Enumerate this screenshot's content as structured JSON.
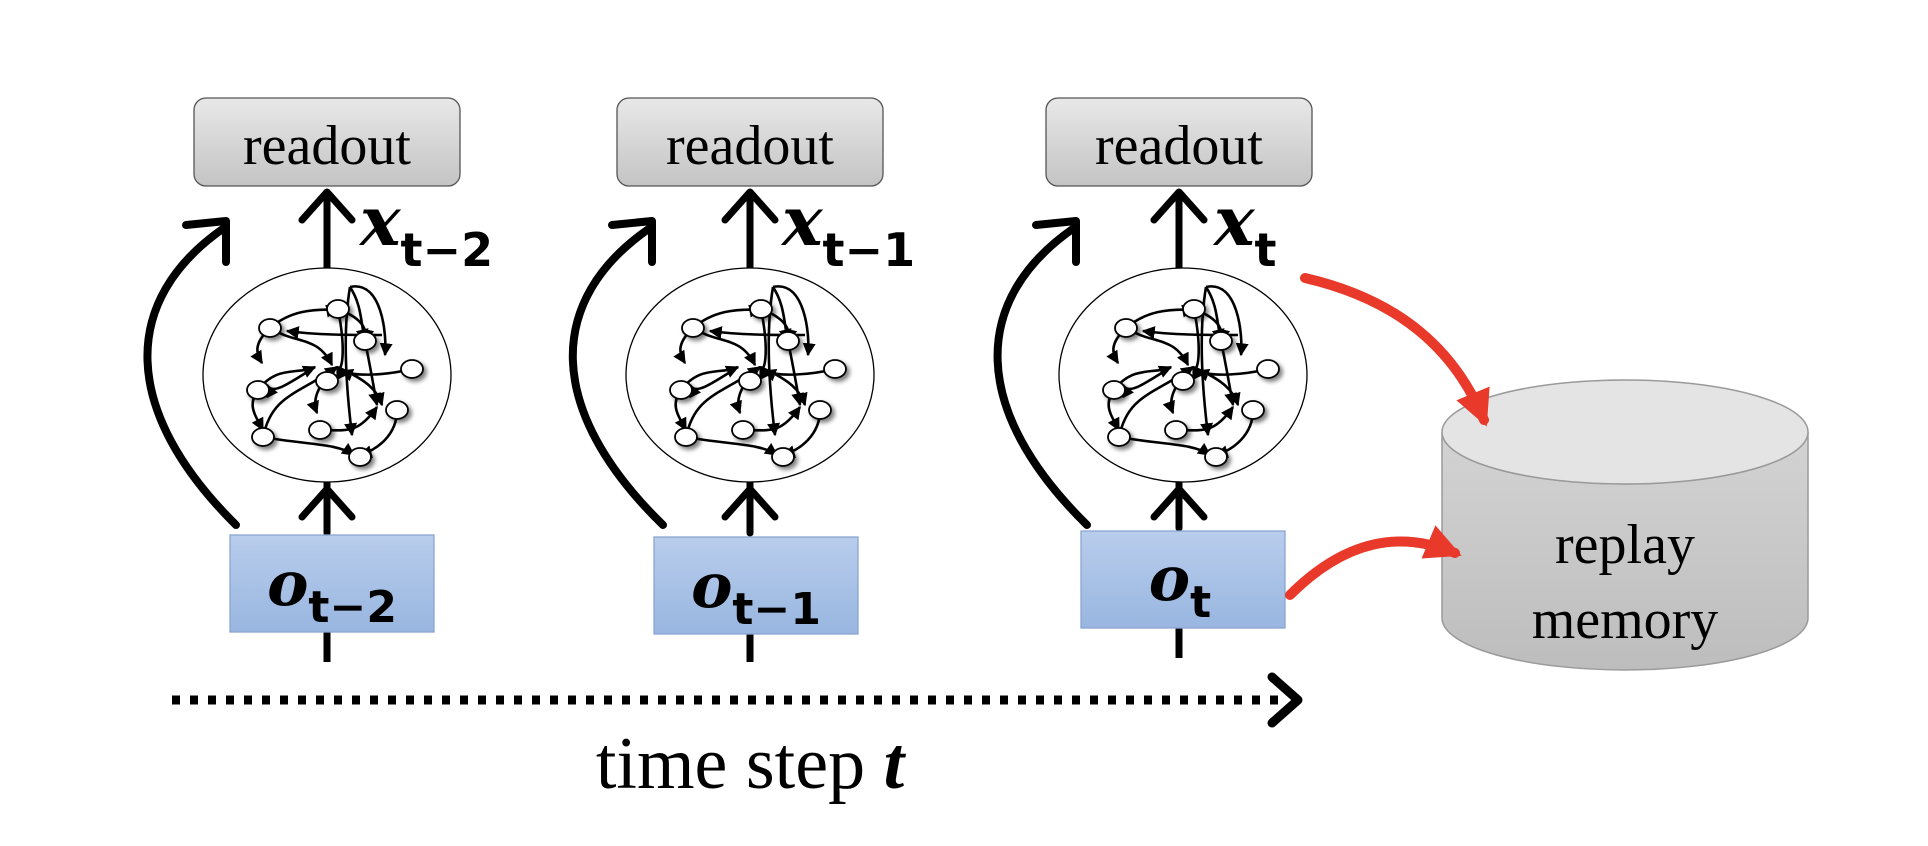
{
  "diagram": {
    "readout_label": "readout",
    "steps": [
      {
        "state_label": "x",
        "state_sub": "t−2",
        "obs_label": "o",
        "obs_sub": "t−2"
      },
      {
        "state_label": "x",
        "state_sub": "t−1",
        "obs_label": "o",
        "obs_sub": "t−1"
      },
      {
        "state_label": "x",
        "state_sub": "t",
        "obs_label": "o",
        "obs_sub": "t"
      }
    ],
    "memory_line1": "replay",
    "memory_line2": "memory",
    "time_axis_label": "time step ",
    "time_axis_var": "t",
    "colors": {
      "readout_fill": "#d4d4d4",
      "obs_fill": "#a9c2e6",
      "memory_fill": "#cfcfcf",
      "highlight_arrow": "#e8392b",
      "ink": "#000000"
    }
  }
}
